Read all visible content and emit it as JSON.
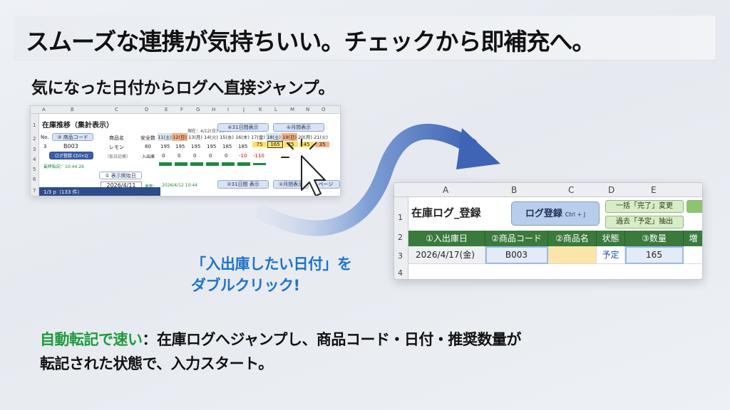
{
  "title": "スムーズな連携が気持ちいい。チェックから即補充へ。",
  "subtitle": "気になった日付からログへ直接ジャンプ。",
  "sheet1": {
    "columns": [
      "A",
      "B",
      "C",
      "D",
      "E",
      "F",
      "G",
      "H",
      "I",
      "J",
      "K",
      "L",
      "M",
      "N",
      "O"
    ],
    "rows": [
      "1",
      "2",
      "3",
      "4",
      "5",
      "6",
      "7"
    ],
    "title": "在庫推移（集計表示）",
    "now": "現在：4/12(日) 10:44",
    "btn_31days": "④31日間表示",
    "btn_week": "④月間表示",
    "no_label": "No.",
    "product_code_hdr": "③ 商品コード",
    "product_name_hdr": "商品名",
    "safety_hdr": "安全数",
    "dates": [
      "11(土)",
      "12(日)",
      "13(月)",
      "14(火)",
      "15(水)",
      "16(木)",
      "17(金)",
      "18(土)",
      "19(日)",
      "20(月)",
      "21(火)"
    ],
    "row_no": "3",
    "code": "B003",
    "name": "レモン",
    "safety": "80",
    "stock_values": [
      "195",
      "195",
      "195",
      "195",
      "185",
      "185",
      "75",
      "165",
      "75",
      "45",
      "35"
    ],
    "log_btn": "ログ登録 Ctrl+Q",
    "arrival_label": "（仮日記帳）",
    "inout_label": "入出庫",
    "inout_values": [
      "0",
      "0",
      "0",
      "0",
      "0",
      "-10",
      "-110"
    ],
    "last_run": "最終転記：10:44:26",
    "start_label": "① 表示開始日",
    "start_date": "2026/4/11",
    "updated": "更新：",
    "updated_value": "2026/4/12 10:44",
    "btn_31days_2": "②31日間 表示",
    "btn_month_2": "②月間表示",
    "page_info": "1/3 p（133 件）",
    "page_btn": "ページ"
  },
  "sheet2": {
    "columns": [
      "A",
      "B",
      "C",
      "D",
      "E"
    ],
    "rows": [
      "1",
      "2",
      "3",
      "4"
    ],
    "title": "在庫ログ_登録",
    "register_btn": "ログ登録",
    "shortcut": "Ctrl + J",
    "btn_complete": "一括「完了」変更",
    "btn_extract": "過去「予定」抽出",
    "headers": [
      "①入出庫日",
      "②商品コード",
      "②商品名",
      "状態",
      "③数量",
      "増"
    ],
    "date": "2026/4/17(金)",
    "code": "B003",
    "status": "予定",
    "qty": "165"
  },
  "callout": [
    "「入出庫したい日付」を",
    "ダブルクリック!"
  ],
  "bottom": {
    "highlight": "自動転記で速い",
    "line1_rest": "：在庫ログへジャンプし、商品コード・日付・推奨数量が",
    "line2": "転記された状態で、入力スタート。"
  },
  "colors": {
    "accent_blue": "#1f74c7",
    "accent_green": "#1f9a3d",
    "header_green": "#3a7a3c"
  }
}
